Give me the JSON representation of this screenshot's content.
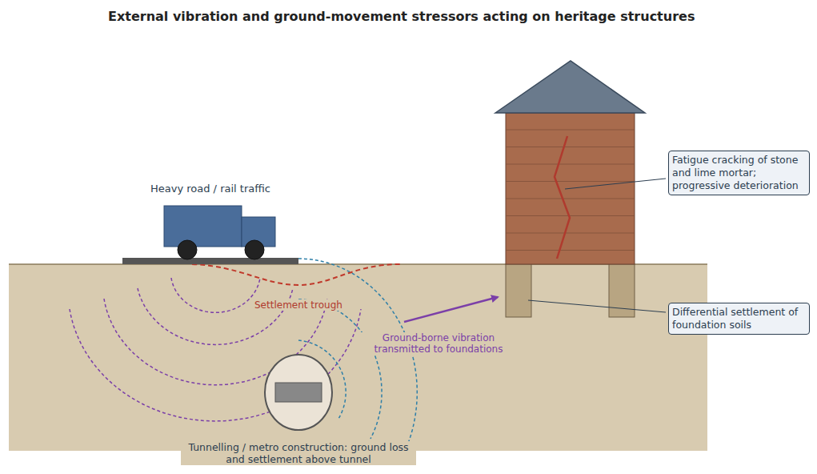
{
  "diagram": {
    "title": "External vibration and ground-movement stressors acting on heritage structures",
    "nodes": [
      {
        "text": [
          "Fatigue cracking of stone and lime mortar; progressive deterioration"
        ]
      },
      {
        "text": [
          "Differential settlement of foundation soils"
        ]
      }
    ],
    "labels": [
      "Heavy road / rail traffic",
      "Settlement trough",
      "Ground-borne vibration transmitted to foundations",
      "Tunnelling / metro construction: ground loss and settlement above tunnel"
    ]
  }
}
